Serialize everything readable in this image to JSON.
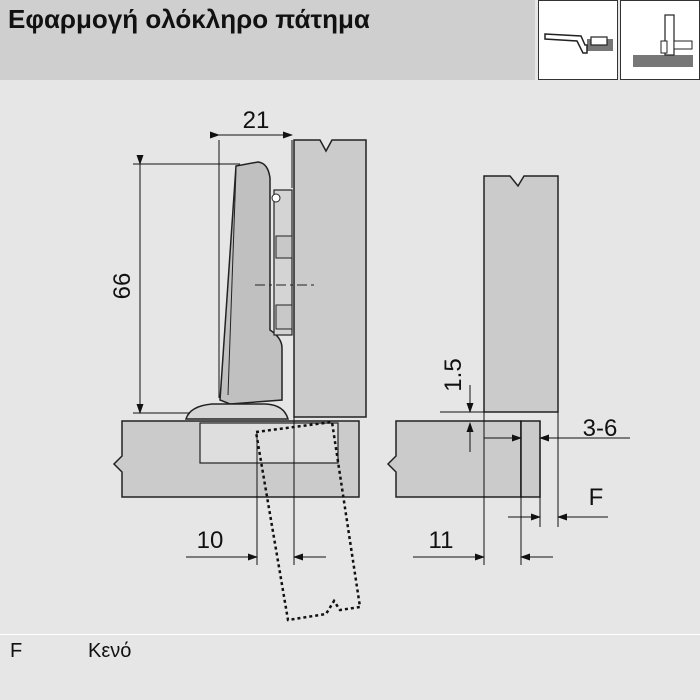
{
  "header": {
    "title": "Εφαρμογή ολόκληρο πάτημα"
  },
  "thumbnails": [
    {
      "icon": "hinge-side-view-icon"
    },
    {
      "icon": "hinge-cabinet-view-icon"
    }
  ],
  "dimensions": {
    "width_21": "21",
    "height_66": "66",
    "offset_10": "10",
    "offset_11": "11",
    "gap_1_5": "1.5",
    "range_3_6": "3-6",
    "gap_F": "F"
  },
  "legend": {
    "key": "F",
    "value": "Κενό"
  }
}
